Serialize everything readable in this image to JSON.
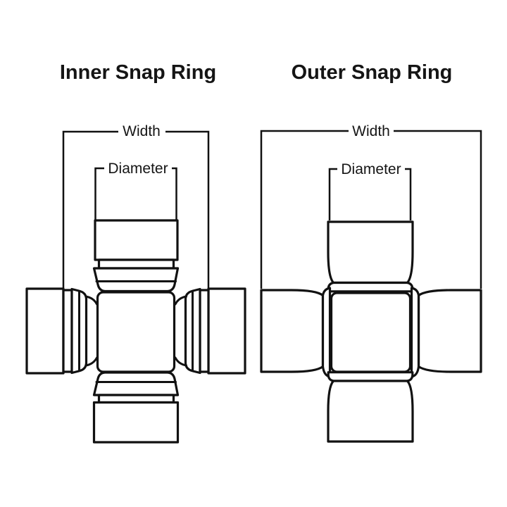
{
  "page": {
    "background_color": "#ffffff",
    "line_color": "#111111"
  },
  "diagrams": [
    {
      "id": "inner-snap-ring",
      "title": "Inner Snap Ring",
      "width_label": "Width",
      "diameter_label": "Diameter"
    },
    {
      "id": "outer-snap-ring",
      "title": "Outer Snap Ring",
      "width_label": "Width",
      "diameter_label": "Diameter"
    }
  ]
}
